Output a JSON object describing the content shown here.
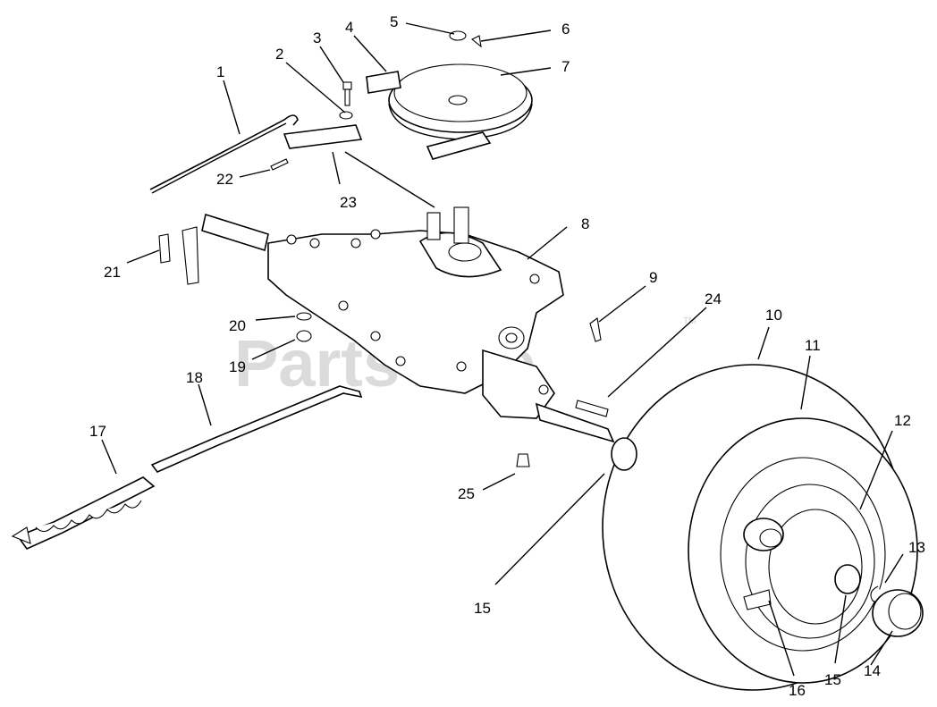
{
  "watermark": {
    "text": "PartsTree",
    "trademark": "TM"
  },
  "callouts": {
    "c1": "1",
    "c2": "2",
    "c3": "3",
    "c4": "4",
    "c5": "5",
    "c6": "6",
    "c7": "7",
    "c8": "8",
    "c9": "9",
    "c10": "10",
    "c11": "11",
    "c12": "12",
    "c13": "13",
    "c14": "14",
    "c15a": "15",
    "c15b": "15",
    "c16": "16",
    "c17": "17",
    "c18": "18",
    "c19": "19",
    "c20": "20",
    "c21": "21",
    "c22": "22",
    "c23": "23",
    "c24": "24",
    "c25": "25"
  }
}
